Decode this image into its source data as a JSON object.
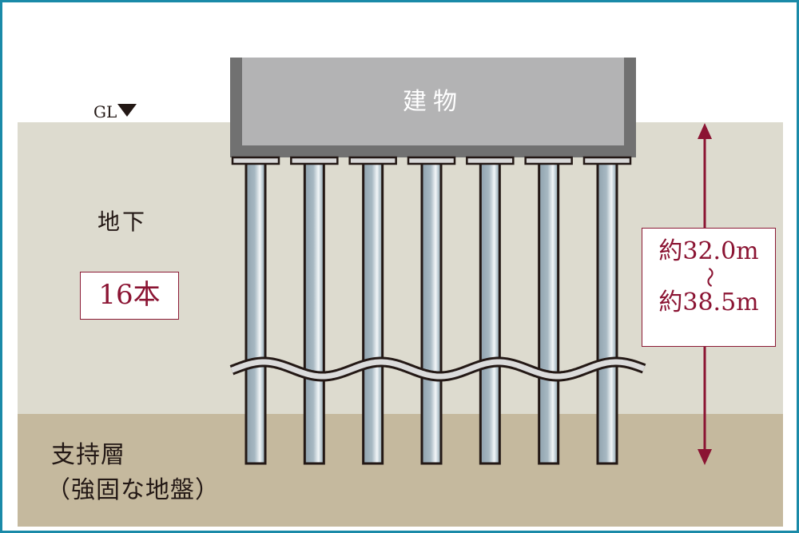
{
  "diagram": {
    "title": "杭基礎 断面図",
    "ground_level_label": "GL",
    "ground_level_marker": "down-triangle-icon",
    "building_label": "建物",
    "underground_label": "地下",
    "pile_count_label": "16本",
    "piles_drawn": 7,
    "bearing_layer": {
      "line1": "支持層",
      "line2": "（強固な地盤）"
    },
    "pile_length": {
      "min_label": "約32.0m",
      "separator": "～",
      "max_label": "約38.5m",
      "min_m": 32.0,
      "max_m": 38.5,
      "indicator": "double-headed-arrow-icon"
    },
    "colors": {
      "frame_border": "#1a8aa8",
      "ground": "#dddbcf",
      "bearing_layer": "#c5b99e",
      "building_outer": "#717171",
      "building_inner": "#b3b3b4",
      "pile": "#9aabb6",
      "accent": "#8b1433",
      "text": "#231815"
    }
  }
}
